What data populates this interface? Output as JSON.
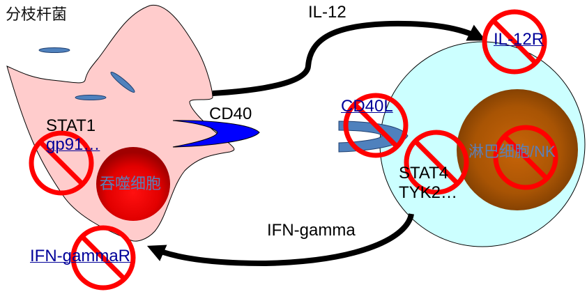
{
  "title": "分枝杆菌",
  "colors": {
    "macrophage_fill": "#ffcccc",
    "vesicle_fill": "#4f81bd",
    "cd40_fill": "#0000ff",
    "cd40l_fill": "#4f81bd",
    "phagocyte_nucleus": "#e00000",
    "lymphocyte_fill": "#ccffff",
    "lymphocyte_nucleus": "#c06000",
    "prohibition": "#ff0000",
    "arrow": "#000000",
    "link": "#000099"
  },
  "macrophage": {
    "labels": {
      "stat1": "STAT1",
      "gp91": "gp91…",
      "cell_name": "吞噬细胞",
      "ifn_gamma_receptor": "IFN-gammaR",
      "cd40": "CD40"
    }
  },
  "lymphocyte": {
    "labels": {
      "cell_name": "淋巴细胞/NK",
      "il12_receptor": "IL-12R",
      "cd40l": "CD40L",
      "stat4": "STAT4",
      "tyk2": "TYK2…"
    }
  },
  "arrows": {
    "il12": "IL-12",
    "ifn_gamma": "IFN-gamma"
  },
  "blocked": [
    "IL-12R",
    "CD40L",
    "STAT4",
    "淋巴细胞/NK",
    "gp91…",
    "IFN-gammaR"
  ]
}
